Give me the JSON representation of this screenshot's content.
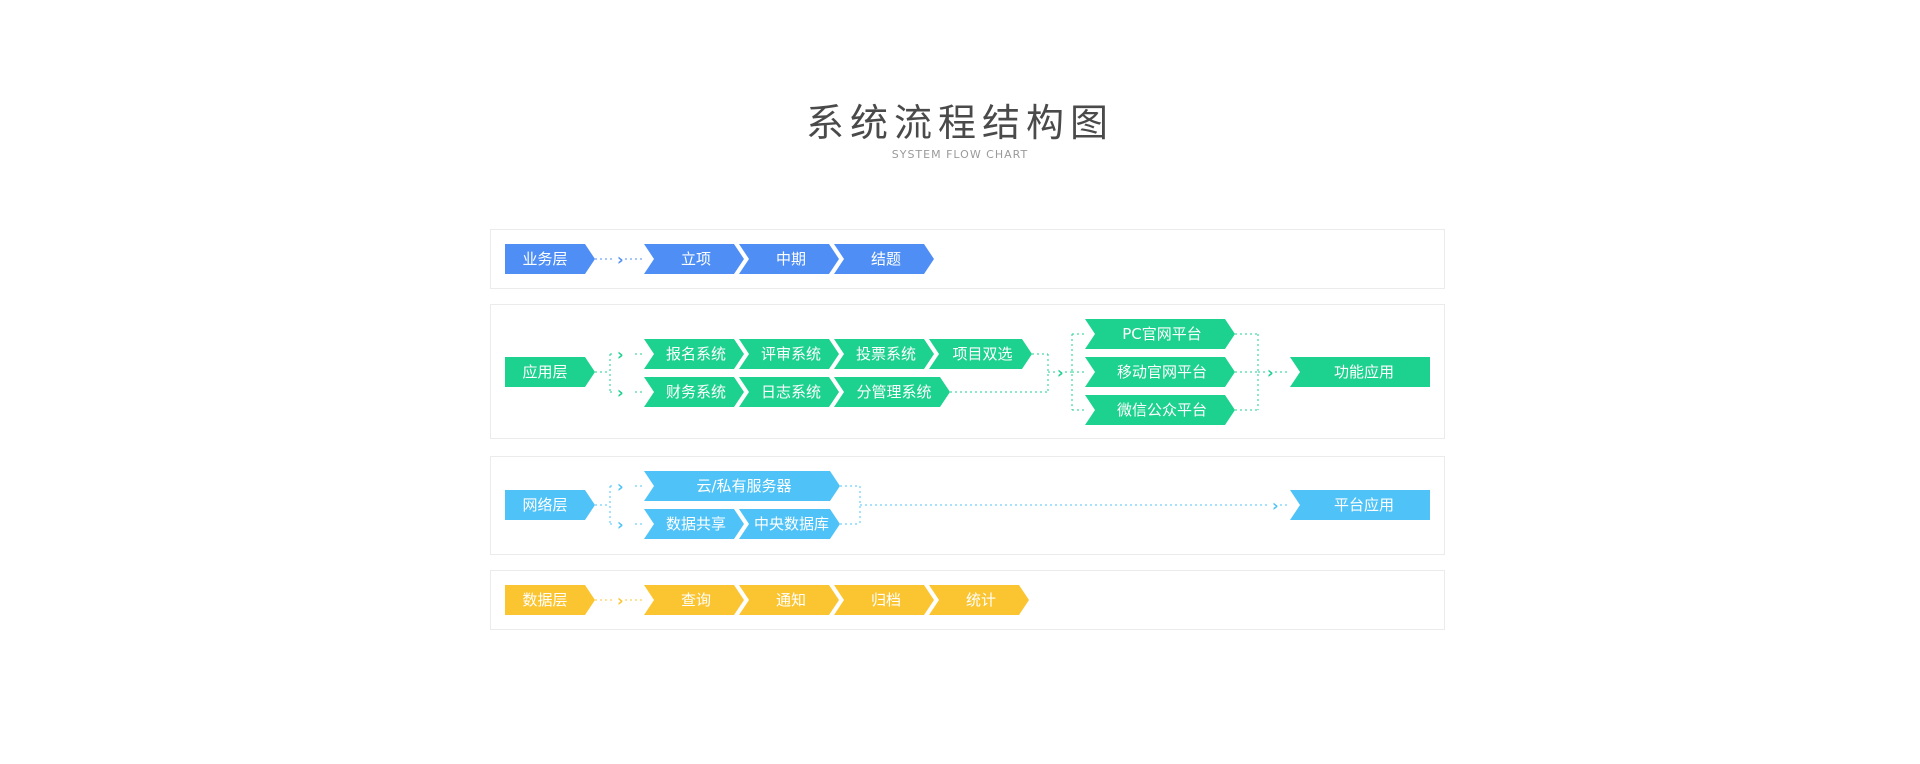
{
  "title": "系统流程结构图",
  "subtitle": "SYSTEM FLOW CHART",
  "colors": {
    "business": "#4f8ff5",
    "application": "#1dd18f",
    "network": "#4fc3f7",
    "data": "#fbc531",
    "panel_border": "#ebebeb"
  },
  "layers": {
    "business": {
      "label": "业务层",
      "steps": [
        "立项",
        "中期",
        "结题"
      ]
    },
    "application": {
      "label": "应用层",
      "row1": [
        "报名系统",
        "评审系统",
        "投票系统",
        "项目双选"
      ],
      "row2": [
        "财务系统",
        "日志系统",
        "分管理系统"
      ],
      "platforms": [
        "PC官网平台",
        "移动官网平台",
        "微信公众平台"
      ],
      "result": "功能应用"
    },
    "network": {
      "label": "网络层",
      "row1": [
        "云/私有服务器"
      ],
      "row2": [
        "数据共享",
        "中央数据库"
      ],
      "result": "平台应用"
    },
    "data": {
      "label": "数据层",
      "steps": [
        "查询",
        "通知",
        "归档",
        "统计"
      ]
    }
  }
}
